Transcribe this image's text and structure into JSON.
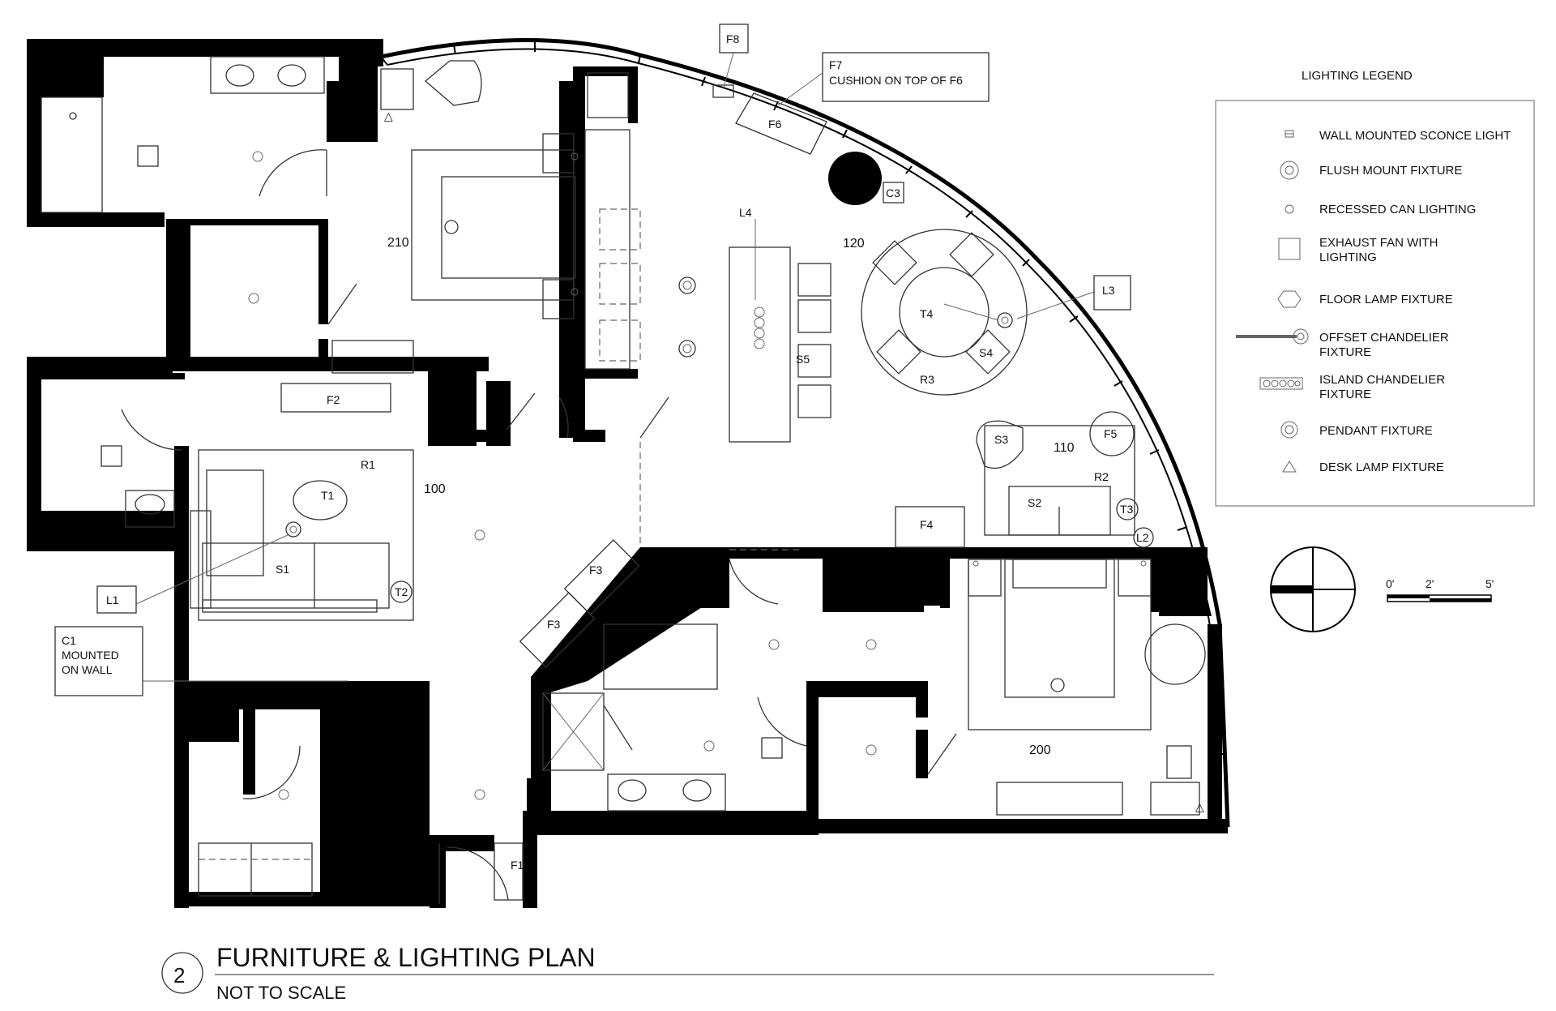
{
  "title": "FURNITURE & LIGHTING PLAN",
  "subtitle": "NOT TO SCALE",
  "drawing_number": "2",
  "legend": {
    "title": "LIGHTING LEGEND",
    "items": [
      {
        "label": "WALL MOUNTED SCONCE LIGHT",
        "icon": "sconce-icon"
      },
      {
        "label": "FLUSH MOUNT FIXTURE",
        "icon": "flush-mount-icon"
      },
      {
        "label": "RECESSED CAN LIGHTING",
        "icon": "recessed-can-icon"
      },
      {
        "label": "EXHAUST FAN WITH",
        "label2": "LIGHTING",
        "icon": "exhaust-fan-icon"
      },
      {
        "label": "FLOOR LAMP FIXTURE",
        "icon": "floor-lamp-icon"
      },
      {
        "label": "OFFSET CHANDELIER",
        "label2": "FIXTURE",
        "icon": "offset-chandelier-icon"
      },
      {
        "label": "ISLAND CHANDELIER",
        "label2": "FIXTURE",
        "icon": "island-chandelier-icon"
      },
      {
        "label": "PENDANT FIXTURE",
        "icon": "pendant-icon"
      },
      {
        "label": "DESK LAMP FIXTURE",
        "icon": "desk-lamp-icon"
      }
    ]
  },
  "scale_bar": {
    "labels": [
      "0'",
      "2'",
      "5'"
    ]
  },
  "rooms": {
    "r100": "100",
    "r110": "110",
    "r120": "120",
    "r200": "200",
    "r210": "210"
  },
  "tags": {
    "F1": "F1",
    "F2": "F2",
    "F3": "F3",
    "F4": "F4",
    "F5": "F5",
    "F6": "F6",
    "F7": "F7",
    "F8": "F8",
    "S1": "S1",
    "S2": "S2",
    "S3": "S3",
    "S4": "S4",
    "S5": "S5",
    "T1": "T1",
    "T2": "T2",
    "T3": "T3",
    "T4": "T4",
    "R1": "R1",
    "R2": "R2",
    "R3": "R3",
    "L1": "L1",
    "L2": "L2",
    "L3": "L3",
    "L4": "L4",
    "C1": "C1",
    "C3": "C3"
  },
  "notes": {
    "f7_note": "CUSHION ON TOP OF F6",
    "c1_line1": "MOUNTED",
    "c1_line2": "ON WALL"
  },
  "colors": {
    "ink": "#000000",
    "background": "#ffffff"
  }
}
